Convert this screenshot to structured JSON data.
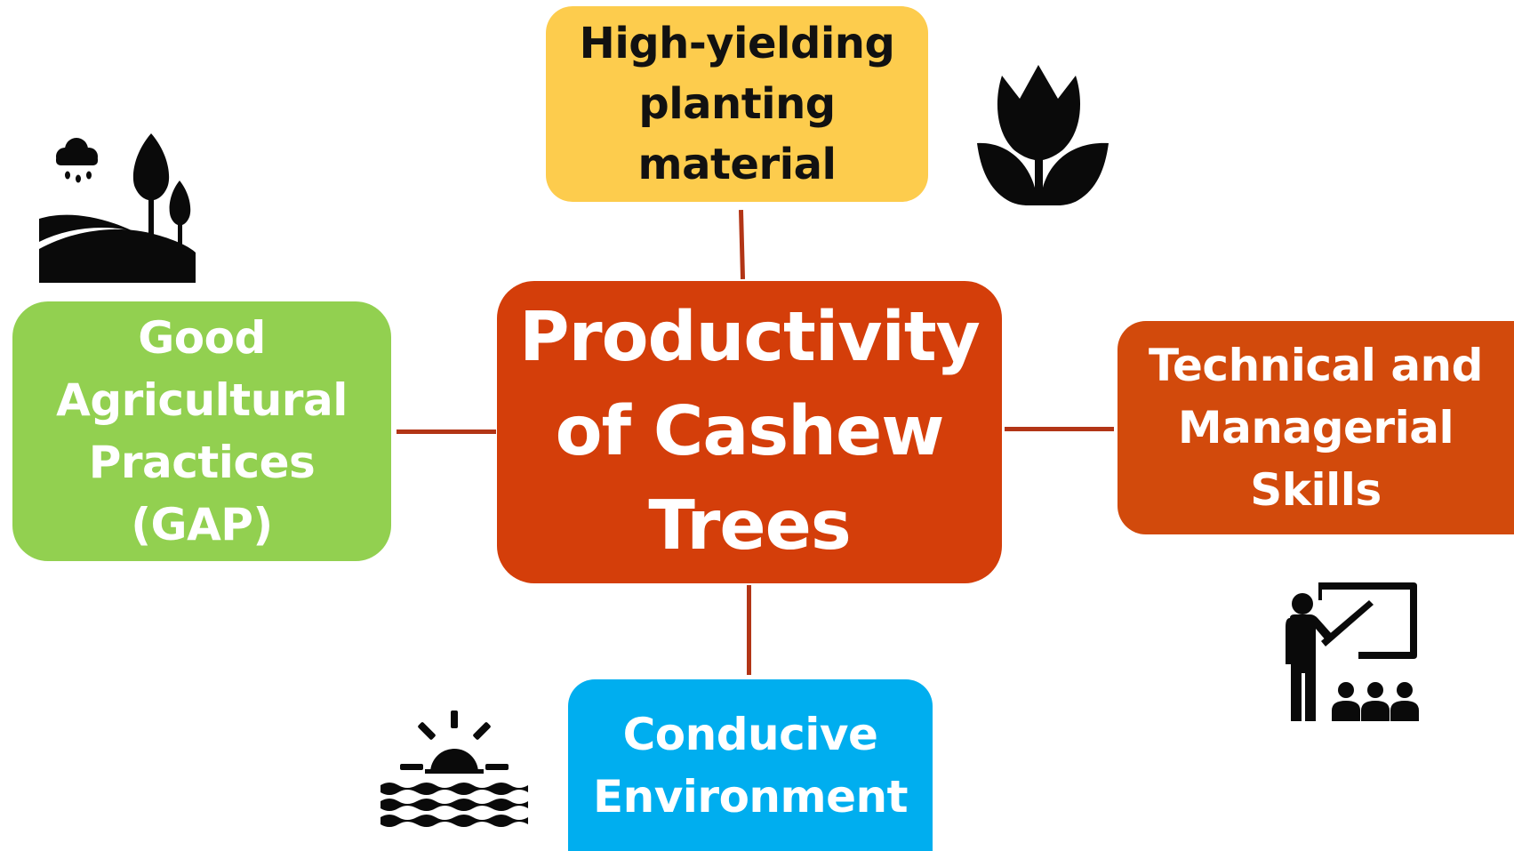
{
  "colors": {
    "center": "#d43e0a",
    "top": "#fdcc4d",
    "left": "#92d050",
    "right": "#d24a0c",
    "bottom": "#00aeef",
    "connector": "#b23516",
    "icon": "#0a0a0a"
  },
  "center": {
    "label": "Productivity\nof Cashew\nTrees"
  },
  "nodes": {
    "top": {
      "label": "High-yielding\nplanting\nmaterial",
      "icon": "tulip-icon"
    },
    "left": {
      "label": "Good\nAgricultural\nPractices\n(GAP)",
      "icon": "landscape-rain-trees-icon"
    },
    "right": {
      "label": "Technical and\nManagerial\nSkills",
      "icon": "teacher-presentation-icon"
    },
    "bottom": {
      "label": "Conducive\nEnvironment",
      "icon": "sunset-water-icon"
    }
  }
}
